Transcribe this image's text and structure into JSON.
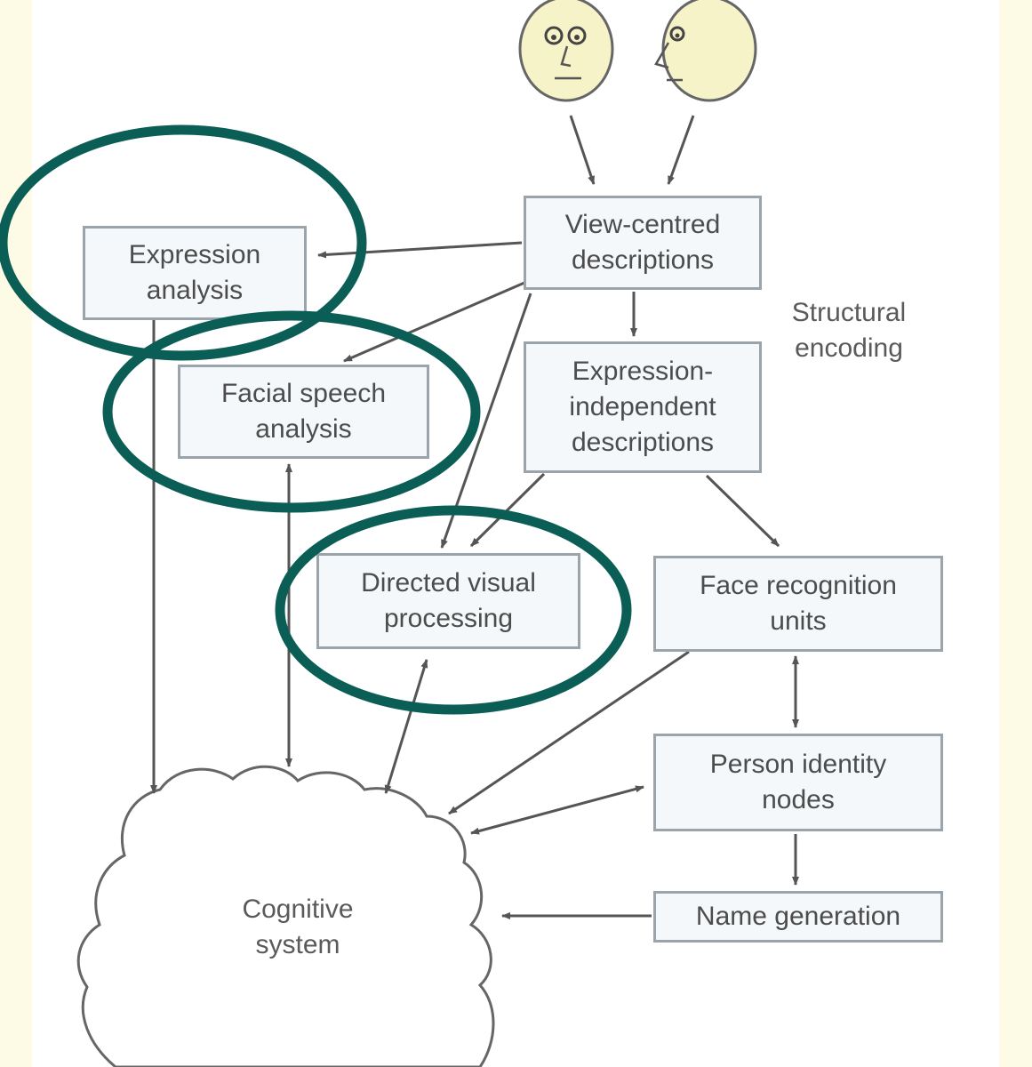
{
  "nodes": {
    "view_centred": "View-centred\ndescriptions",
    "expression_analysis": "Expression\nanalysis",
    "facial_speech": "Facial speech\nanalysis",
    "expression_independent": "Expression-\nindependent\ndescriptions",
    "directed_visual": "Directed visual\nprocessing",
    "face_recognition": "Face recognition\nunits",
    "person_identity": "Person identity\nnodes",
    "name_generation": "Name generation",
    "cognitive_system": "Cognitive\nsystem"
  },
  "structural_encoding": "Structural\nencoding",
  "colors": {
    "highlight": "#0b5e55",
    "box_border": "#9aa4aa",
    "box_fill": "#f4f8fa",
    "face_fill": "#f7f3c8",
    "arrow": "#555555"
  },
  "icons": [
    "front-face-icon",
    "profile-face-icon"
  ]
}
